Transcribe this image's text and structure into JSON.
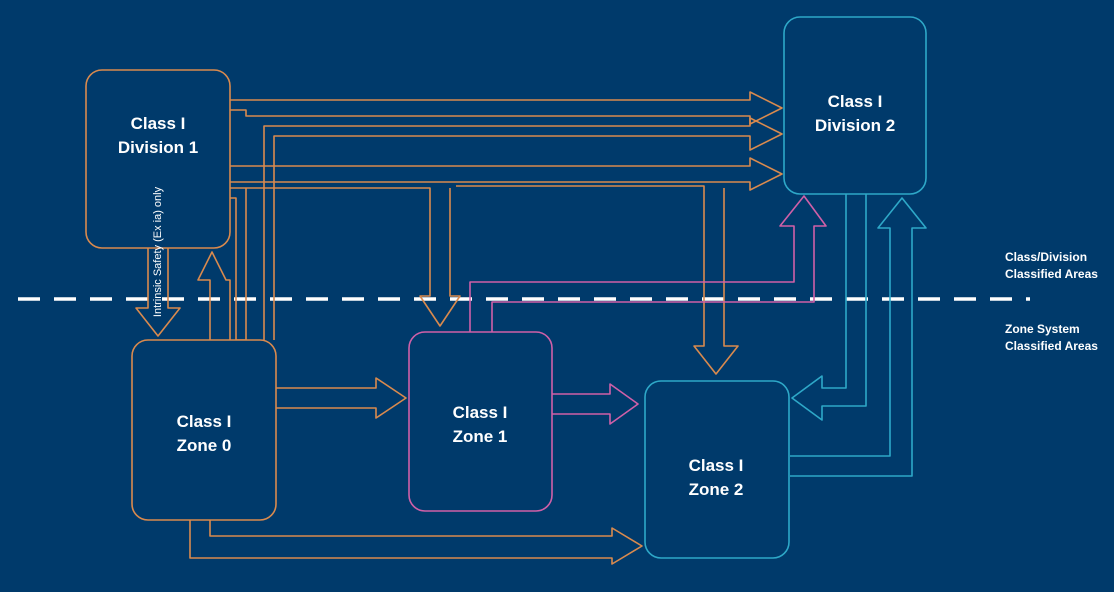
{
  "colors": {
    "background": "#003a6b",
    "division1": "#d98a4e",
    "zone0": "#d98a4e",
    "zone1": "#d060a8",
    "zone2": "#2ea8c8",
    "division2": "#2ea8c8",
    "text": "#ffffff"
  },
  "boxes": {
    "division1": {
      "line1": "Class I",
      "line2": "Division 1"
    },
    "division2": {
      "line1": "Class I",
      "line2": "Division 2"
    },
    "zone0": {
      "line1": "Class I",
      "line2": "Zone 0"
    },
    "zone1": {
      "line1": "Class I",
      "line2": "Zone 1"
    },
    "zone2": {
      "line1": "Class I",
      "line2": "Zone 2"
    }
  },
  "side_labels": {
    "upper_line1": "Class/Division",
    "upper_line2": "Classified Areas",
    "lower_line1": "Zone System",
    "lower_line2": "Classified Areas"
  },
  "rotated_label": "Intrinsic Safety (Ex ia) only"
}
